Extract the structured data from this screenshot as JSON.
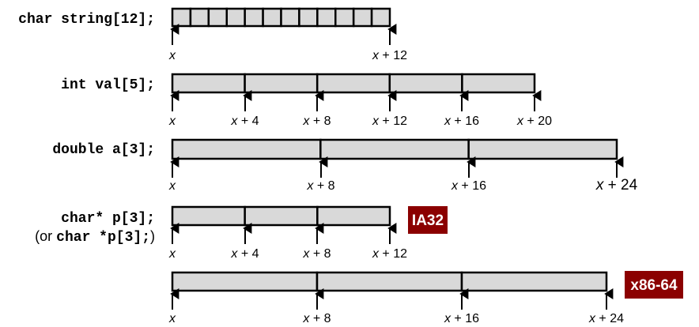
{
  "rows": [
    {
      "declaration": "char string[12];",
      "cells": 12,
      "ticks": [
        "x",
        "x + 12"
      ],
      "badge": null
    },
    {
      "declaration": "int val[5];",
      "cells": 5,
      "ticks": [
        "x",
        "x + 4",
        "x + 8",
        "x + 12",
        "x + 16",
        "x + 20"
      ],
      "badge": null
    },
    {
      "declaration": "double a[3];",
      "cells": 3,
      "ticks": [
        "x",
        "x + 8",
        "x + 16",
        "x + 24"
      ],
      "badge": null
    },
    {
      "declaration": "char* p[3];",
      "declaration_alt": {
        "open": "(or ",
        "code": "char *p[3];",
        "close": ")"
      },
      "cells": 3,
      "ticks": [
        "x",
        "x + 4",
        "x + 8",
        "x + 12"
      ],
      "badge": "IA32"
    },
    {
      "declaration": "",
      "cells": 3,
      "ticks": [
        "x",
        "x + 8",
        "x + 16",
        "x + 24"
      ],
      "badge": "x86-64"
    }
  ],
  "colors": {
    "cell_fill": "#d9d9d9",
    "cell_stroke": "#000000",
    "badge_fill": "#8b0000",
    "badge_text": "#ffffff"
  }
}
